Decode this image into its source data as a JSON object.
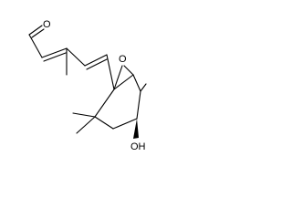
{
  "molecule": {
    "atom_labels": {
      "aldehyde_oxygen": "O",
      "epoxide_oxygen": "O",
      "hydroxyl": "OH"
    },
    "colors": {
      "bond": "#000000",
      "text": "#000000",
      "background": "#ffffff"
    }
  }
}
